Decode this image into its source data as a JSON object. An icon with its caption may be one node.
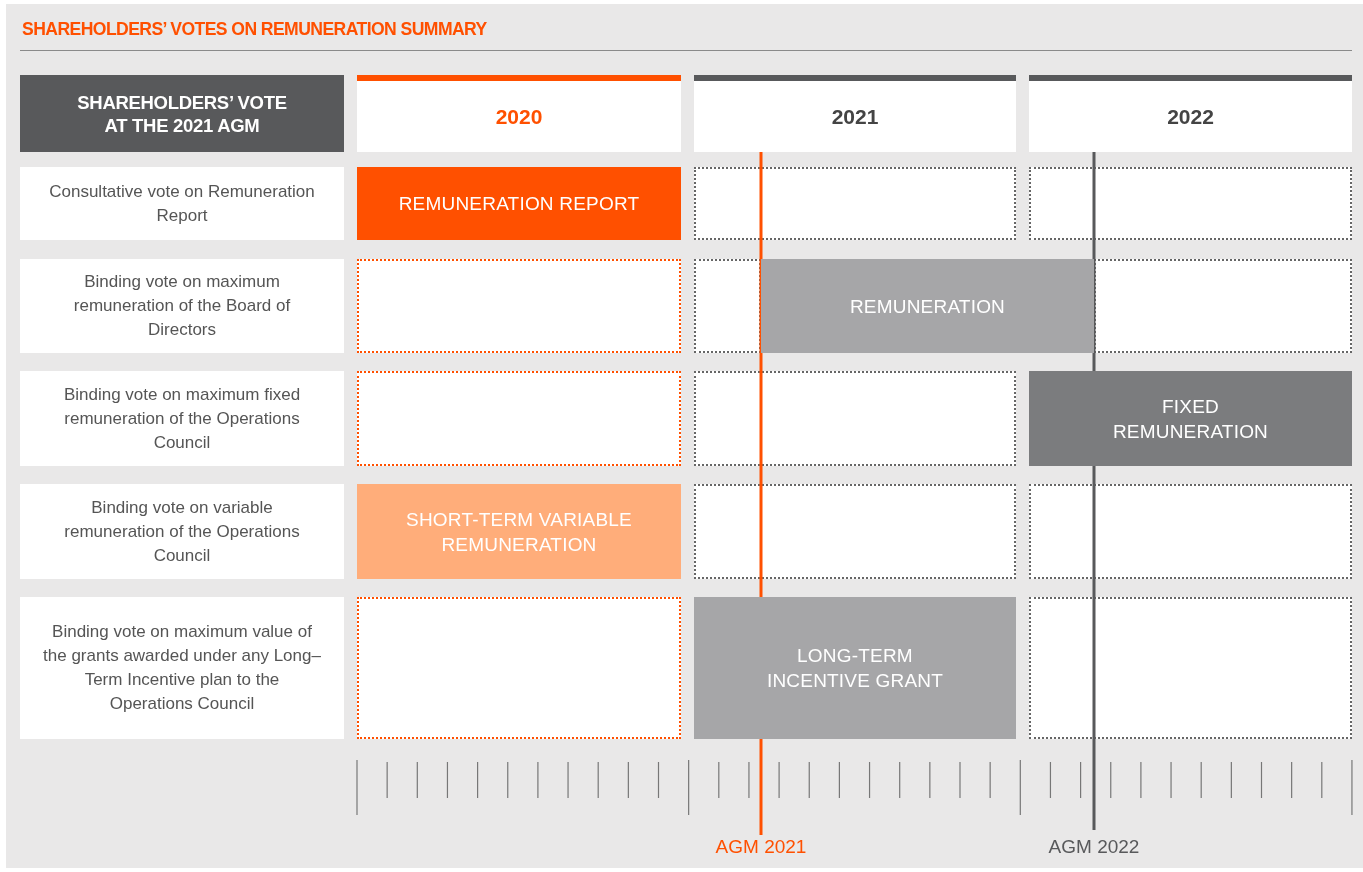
{
  "diagram": {
    "title": "SHAREHOLDERS’ VOTES ON REMUNERATION SUMMARY",
    "nodes": [
      {
        "text": [
          "SHAREHOLDERS’ VOTE AT THE 2021 AGM"
        ]
      },
      {
        "text": [
          "2020"
        ]
      },
      {
        "text": [
          "2021"
        ]
      },
      {
        "text": [
          "2022"
        ]
      },
      {
        "text": [
          "Consultative vote on Remuneration Report"
        ]
      },
      {
        "text": [
          "REMUNERATION REPORT"
        ]
      },
      {
        "text": [],
        "shape": "box"
      },
      {
        "text": [],
        "shape": "box"
      },
      {
        "text": [
          "Binding vote on maximum remuneration of the Board of Directors"
        ]
      },
      {
        "text": [],
        "shape": "box"
      },
      {
        "text": [],
        "shape": "box"
      },
      {
        "text": [
          "REMUNERATION"
        ]
      },
      {
        "text": [],
        "shape": "box"
      },
      {
        "text": [
          "Binding vote on maximum fixed remuneration of the Operations Council"
        ]
      },
      {
        "text": [],
        "shape": "box"
      },
      {
        "text": [],
        "shape": "box"
      },
      {
        "text": [
          "FIXED REMUNERATION"
        ]
      },
      {
        "text": [
          "Binding vote on variable remuneration of the Operations Council"
        ]
      },
      {
        "text": [
          "SHORT-TERM VARIABLE REMUNERATION"
        ]
      },
      {
        "text": [],
        "shape": "box"
      },
      {
        "text": [],
        "shape": "box"
      },
      {
        "text": [
          "Binding vote on maximum value of the grants awarded under any Long–Term Incentive plan to the Operations Council"
        ]
      },
      {
        "text": [],
        "shape": "box"
      },
      {
        "text": [
          "LONG-TERM INCENTIVE GRANT"
        ]
      },
      {
        "text": [],
        "shape": "box"
      }
    ],
    "labels": [
      "AGM 2021",
      "AGM 2022"
    ]
  }
}
